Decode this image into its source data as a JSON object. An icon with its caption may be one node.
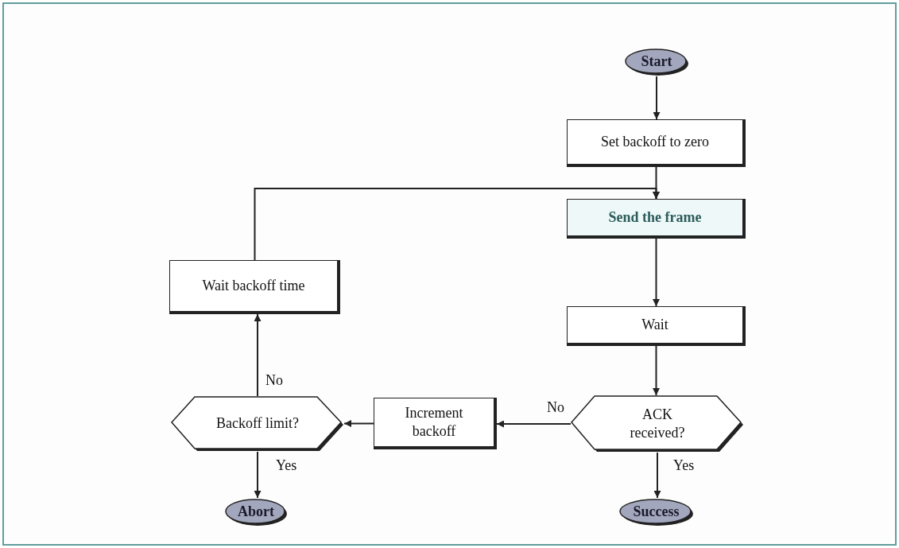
{
  "diagram": {
    "nodes": [
      {
        "text": [
          "Start"
        ]
      },
      {
        "text": [
          "Set backoff to zero"
        ]
      },
      {
        "text": [
          "Send the frame"
        ]
      },
      {
        "text": [
          "Wait backoff time"
        ]
      },
      {
        "text": [
          "Wait"
        ]
      },
      {
        "text": [
          "Backoff limit?"
        ]
      },
      {
        "text": [
          "Increment backoff"
        ]
      },
      {
        "text": [
          "ACK received?"
        ]
      },
      {
        "text": [
          "Abort"
        ]
      },
      {
        "text": [
          "Success"
        ]
      }
    ],
    "edges": [
      {
        "from": 0,
        "to": 1,
        "arrow": "to"
      },
      {
        "from": 1,
        "to": 2,
        "arrow": "to"
      },
      {
        "from": 2,
        "to": 4,
        "arrow": "to"
      },
      {
        "from": 4,
        "to": 7,
        "arrow": "to"
      },
      {
        "from": 7,
        "to": 9,
        "arrow": "to",
        "label": "Yes"
      },
      {
        "from": 7,
        "to": 6,
        "arrow": "to",
        "label": "No"
      },
      {
        "from": 6,
        "to": 5,
        "arrow": "to"
      },
      {
        "from": 5,
        "to": 3,
        "arrow": "to",
        "label": "No"
      },
      {
        "from": 5,
        "to": 8,
        "arrow": "to",
        "label": "Yes"
      },
      {
        "from": 3,
        "to": 2,
        "arrow": "to"
      }
    ]
  }
}
